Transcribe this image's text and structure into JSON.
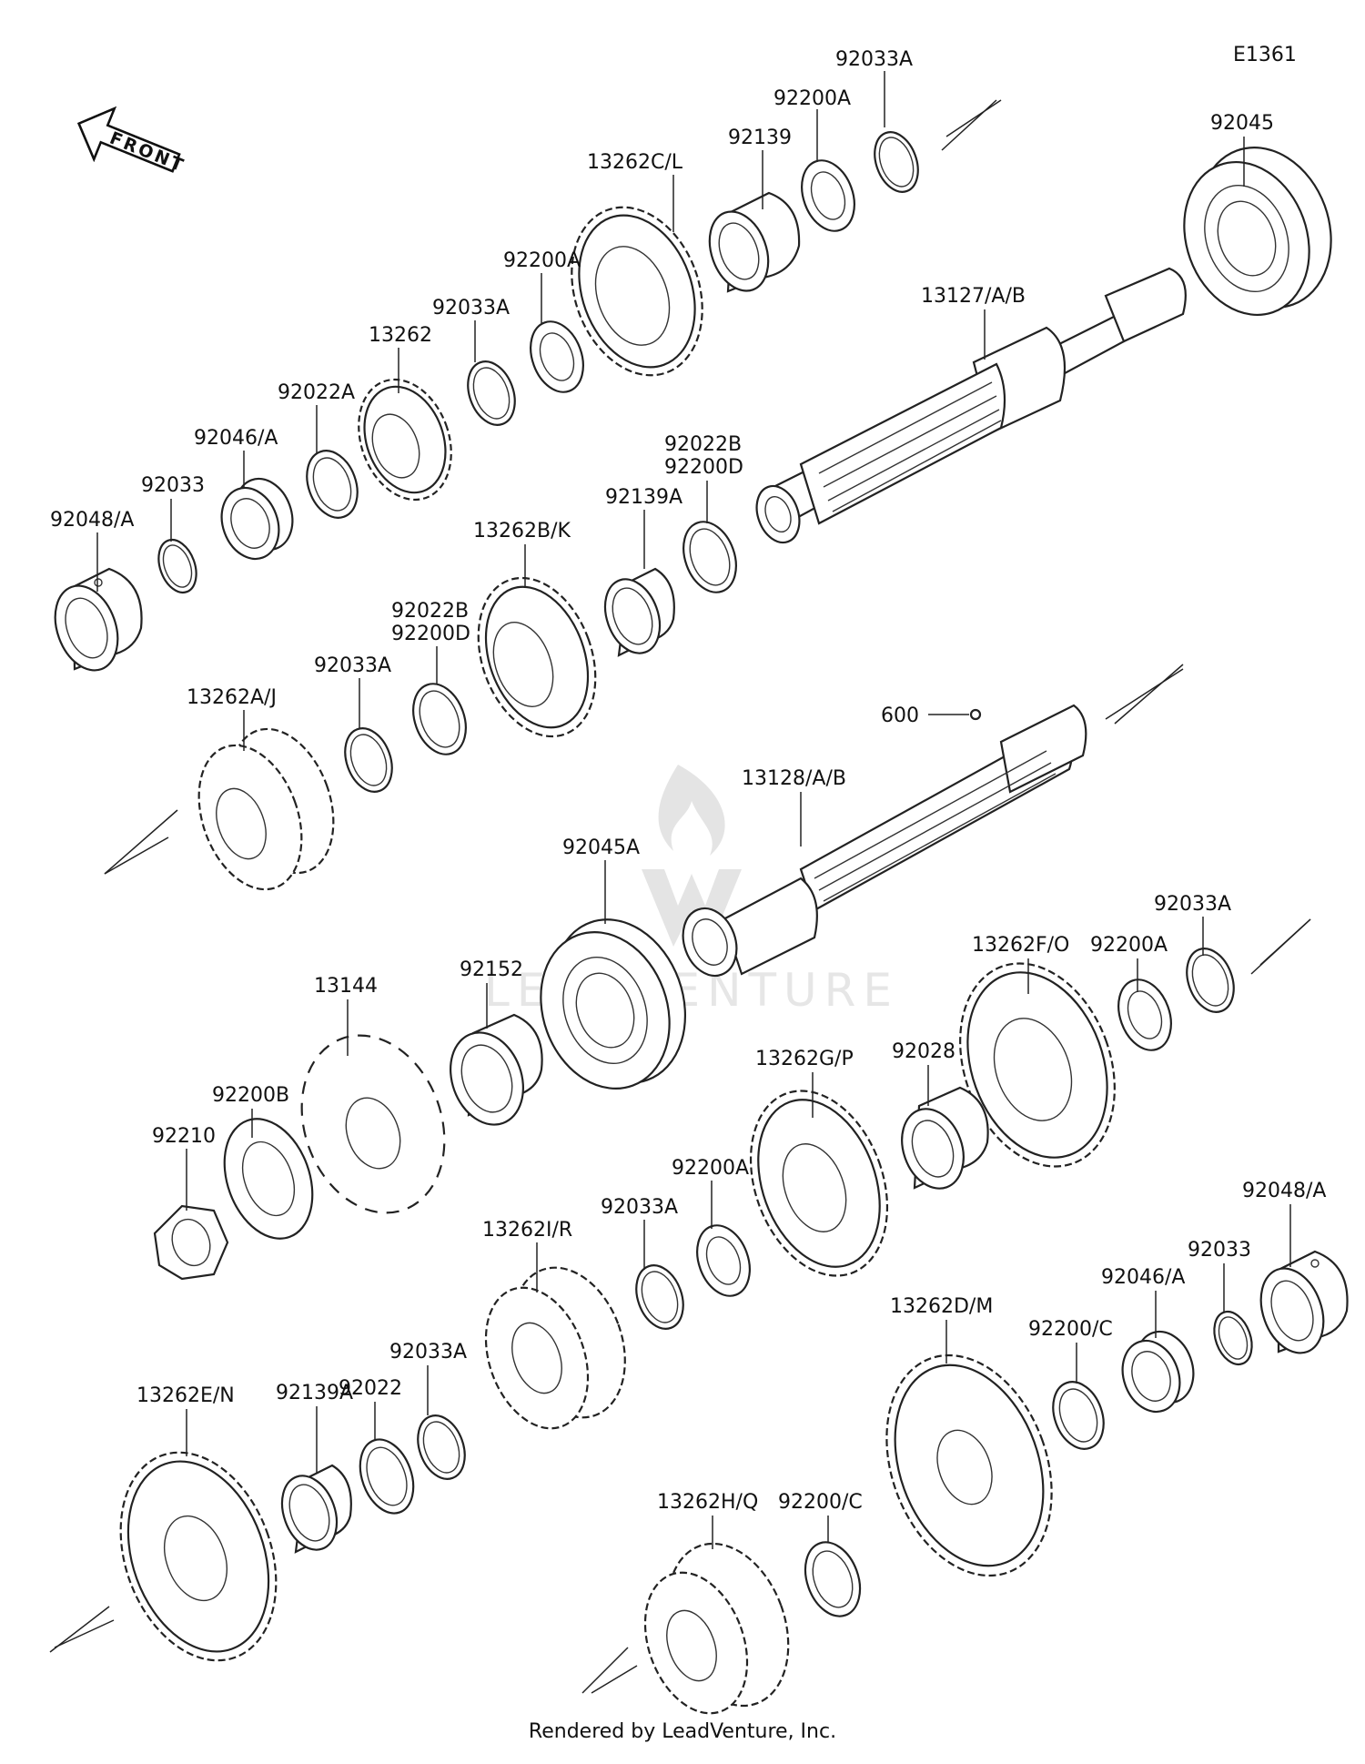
{
  "diagram_code": "E1361",
  "front_label": "FRONT",
  "footer": "Rendered by LeadVenture, Inc.",
  "watermark": "LEADVENTURE",
  "labels": {
    "p92033A_top": "92033A",
    "p92200A_top": "92200A",
    "p92139": "92139",
    "p13262CL": "13262C/L",
    "p92045": "92045",
    "p92200A_2": "92200A",
    "p92033A_2": "92033A",
    "p13262": "13262",
    "p13127AB": "13127/A/B",
    "p92022A": "92022A",
    "p92046A_top": "92046/A",
    "p92033_top": "92033",
    "p92048A_top": "92048/A",
    "p92022B_top": "92022B",
    "p92200D_top": "92200D",
    "p92139A_top": "92139A",
    "p13262BK": "13262B/K",
    "p92022B_mid": "92022B",
    "p92200D_mid": "92200D",
    "p92033A_mid": "92033A",
    "p13262AJ": "13262A/J",
    "p600": "600",
    "p13128AB": "13128/A/B",
    "p92045A": "92045A",
    "p92152": "92152",
    "p13144": "13144",
    "p13262FO": "13262F/O",
    "p92200A_r": "92200A",
    "p92033A_r": "92033A",
    "p92200B": "92200B",
    "p92210": "92210",
    "p13262GP": "13262G/P",
    "p92028": "92028",
    "p92200A_low": "92200A",
    "p92033A_low": "92033A",
    "p13262IR": "13262I/R",
    "p92048A_bot": "92048/A",
    "p92033_bot": "92033",
    "p92046A_bot": "92046/A",
    "p92200C_r": "92200/C",
    "p13262DM": "13262D/M",
    "p92033A_bl": "92033A",
    "p92022_bot": "92022",
    "p92139A_bot": "92139A",
    "p13262EN": "13262E/N",
    "p13262HQ": "13262H/Q",
    "p92200C_b": "92200/C"
  }
}
